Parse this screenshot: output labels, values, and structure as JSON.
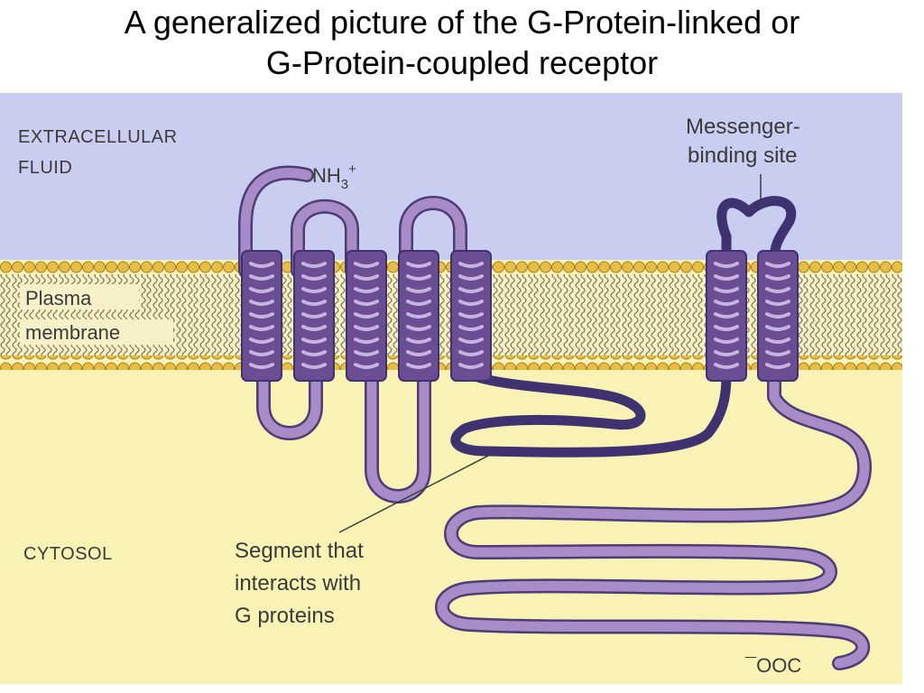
{
  "title": {
    "line1": "A generalized picture of the G-Protein-linked or",
    "line2": "G-Protein-coupled receptor"
  },
  "labels": {
    "extracellular_1": "EXTRACELLULAR",
    "extracellular_2": "FLUID",
    "plasma": "Plasma",
    "membrane": "membrane",
    "nh3": "NH",
    "nh3_sub": "3",
    "nh3_sup": "+",
    "messenger_1": "Messenger-",
    "messenger_2": "binding site",
    "cytosol": "CYTOSOL",
    "segment_1": "Segment that",
    "segment_2": "interacts with",
    "segment_3": "G proteins",
    "cooh": "¯OOC"
  },
  "colors": {
    "extracellular": "#c9cdef",
    "cytosol": "#f8f3b4",
    "lipid_head": "#e8bd45",
    "protein": "#a88cc8",
    "protein_dark": "#3e3270",
    "helix": "#6a4d92"
  }
}
